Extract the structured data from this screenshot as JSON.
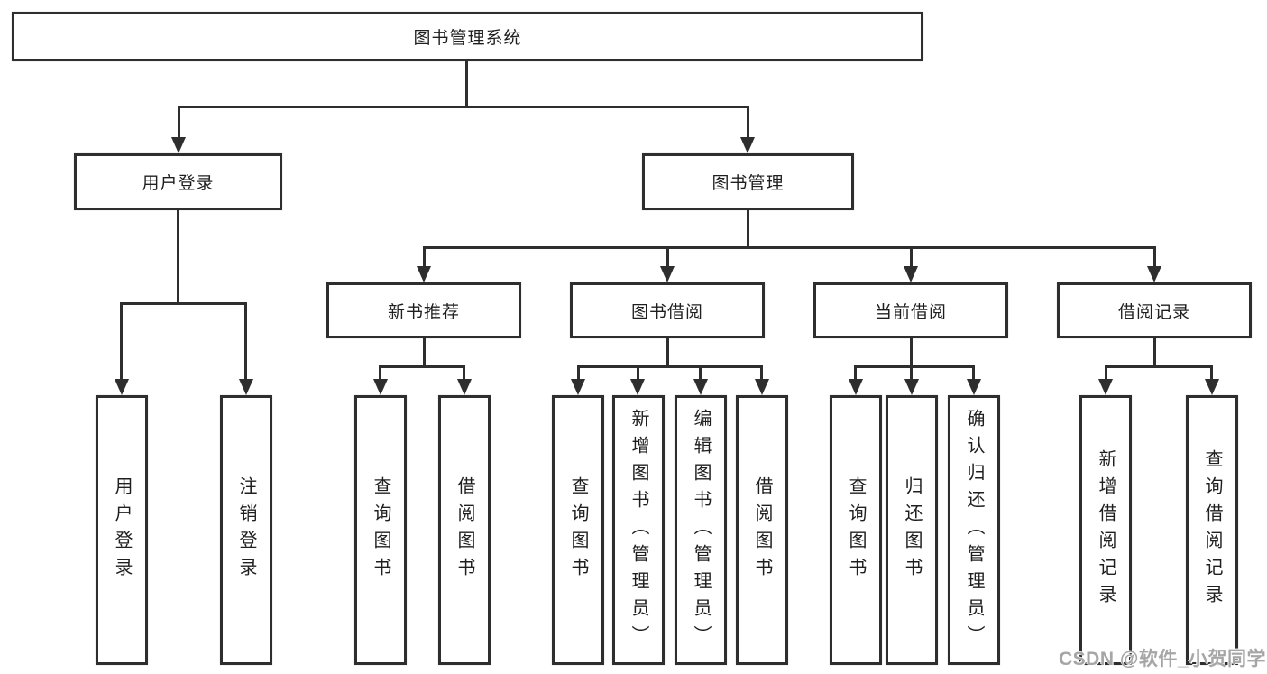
{
  "diagram": {
    "root": {
      "label": "图书管理系统"
    },
    "level2": [
      {
        "label": "用户登录"
      },
      {
        "label": "图书管理"
      }
    ],
    "level3": [
      {
        "label": "新书推荐"
      },
      {
        "label": "图书借阅"
      },
      {
        "label": "当前借阅"
      },
      {
        "label": "借阅记录"
      }
    ],
    "leaves": [
      {
        "label": "用户登录"
      },
      {
        "label": "注销登录"
      },
      {
        "label": "查询图书"
      },
      {
        "label": "借阅图书"
      },
      {
        "label": "查询图书"
      },
      {
        "label": "新增图书（管理员）"
      },
      {
        "label": "编辑图书（管理员）"
      },
      {
        "label": "借阅图书"
      },
      {
        "label": "查询图书"
      },
      {
        "label": "归还图书"
      },
      {
        "label": "确认归还（管理员）"
      },
      {
        "label": "新增借阅记录"
      },
      {
        "label": "查询借阅记录"
      }
    ],
    "watermark": "CSDN @软件_小贺同学",
    "colors": {
      "line": "#2e2e2e",
      "text": "#1f1f1f",
      "background": "#ffffff",
      "watermark": "#a6a6a6"
    }
  }
}
